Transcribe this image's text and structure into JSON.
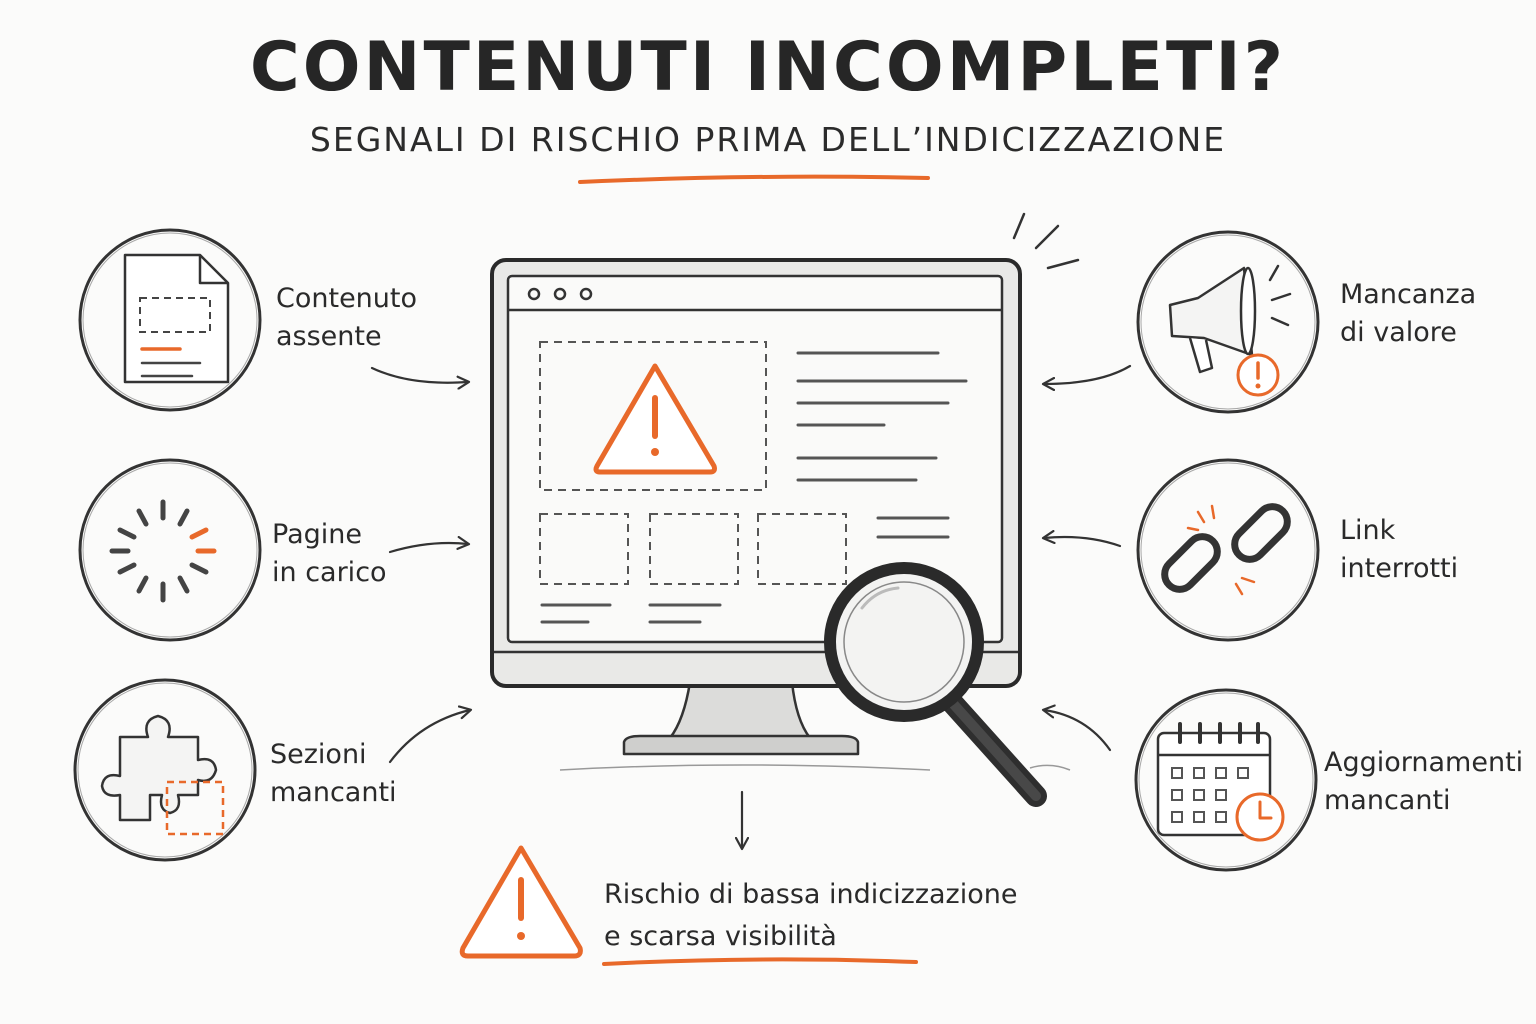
{
  "header": {
    "title": "CONTENUTI INCOMPLETI?",
    "subtitle": "SEGNALI DI RISCHIO PRIMA DELL’INDICIZZAZIONE"
  },
  "colors": {
    "accent": "#e8692a",
    "ink": "#2a2a2a",
    "paper": "#fbfbfa"
  },
  "signals": {
    "left": [
      {
        "icon": "document-icon",
        "line1": "Contenuto",
        "line2": "assente"
      },
      {
        "icon": "loading-spinner-icon",
        "line1": "Pagine",
        "line2": "in carico"
      },
      {
        "icon": "puzzle-piece-icon",
        "line1": "Sezioni",
        "line2": "mancanti"
      }
    ],
    "right": [
      {
        "icon": "megaphone-icon",
        "line1": "Mancanza",
        "line2": "di valore"
      },
      {
        "icon": "broken-link-icon",
        "line1": "Link",
        "line2": "interrotti"
      },
      {
        "icon": "calendar-clock-icon",
        "line1": "Aggiornamenti",
        "line2": "mancanti"
      }
    ]
  },
  "center": {
    "monitor_icon": "monitor-icon",
    "warning_icon": "warning-icon",
    "magnifier_icon": "magnifying-glass-icon"
  },
  "footer": {
    "line1": "Rischio di bassa indicizzazione",
    "line2": "e scarsa visibilità"
  }
}
